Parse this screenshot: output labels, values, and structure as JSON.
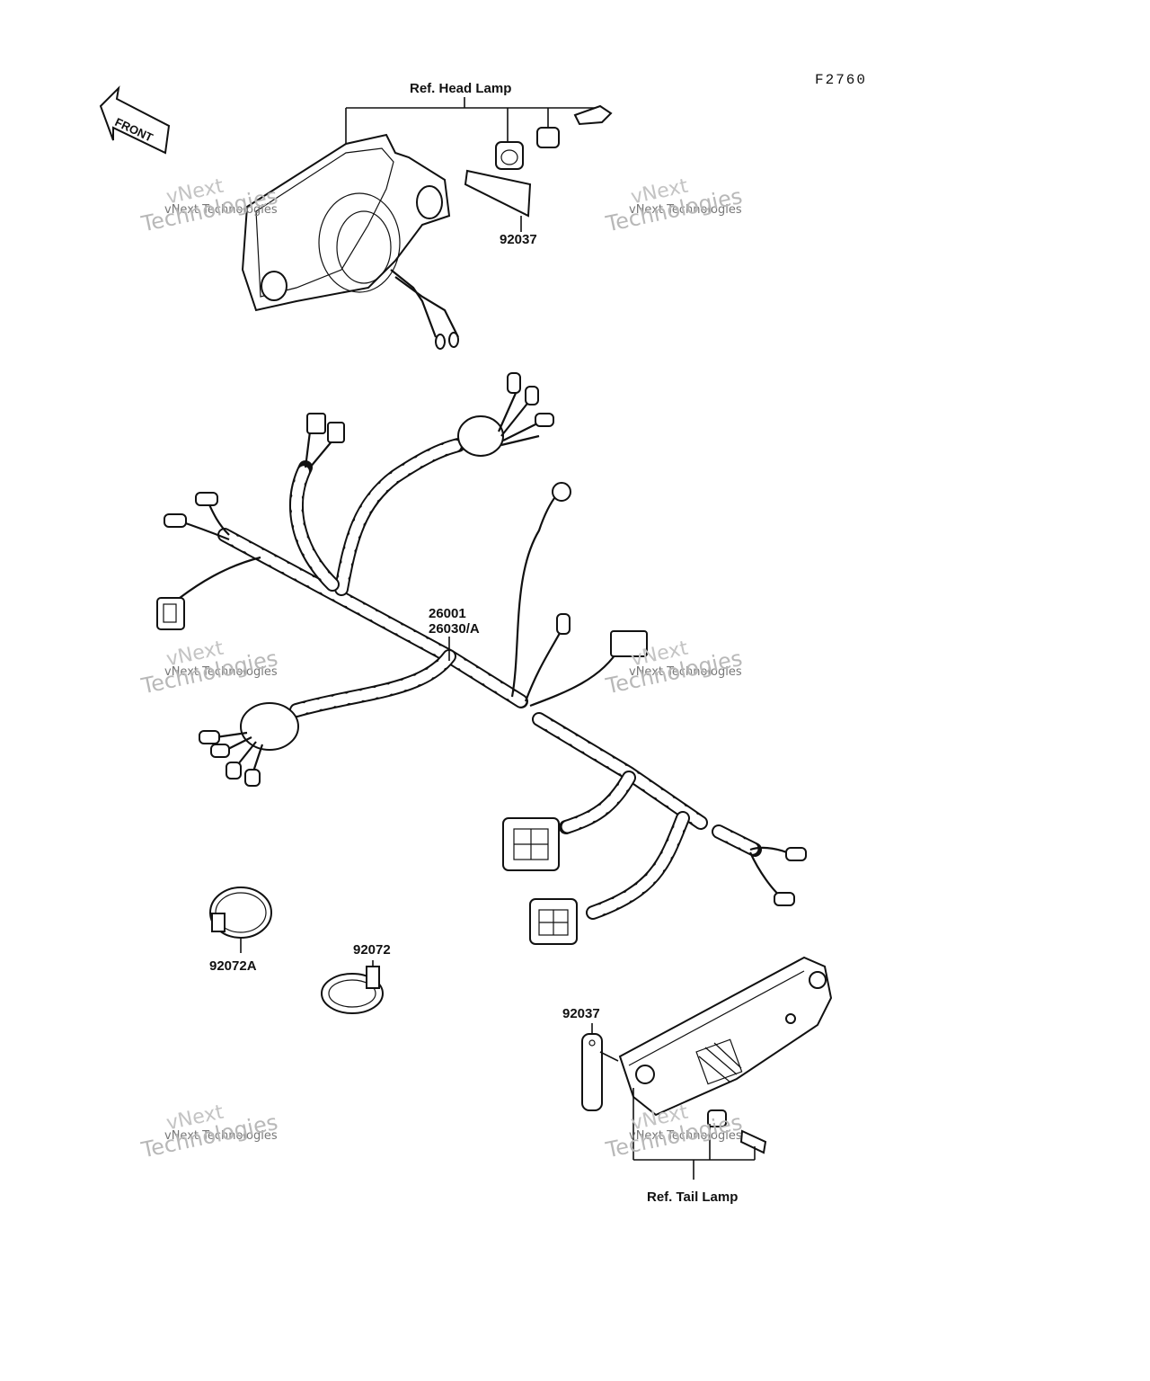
{
  "diagram": {
    "code": "F2760",
    "front_label": "FRONT",
    "labels": {
      "ref_head_lamp": "Ref. Head Lamp",
      "ref_tail_lamp": "Ref. Tail Lamp",
      "part_92037_top": "92037",
      "part_26001": "26001",
      "part_26030a": "26030/A",
      "part_92072a": "92072A",
      "part_92072": "92072",
      "part_92037_bottom": "92037"
    },
    "watermark": {
      "small": "vNext Technologies",
      "big1": "Technologies",
      "big2": "vNext"
    }
  }
}
